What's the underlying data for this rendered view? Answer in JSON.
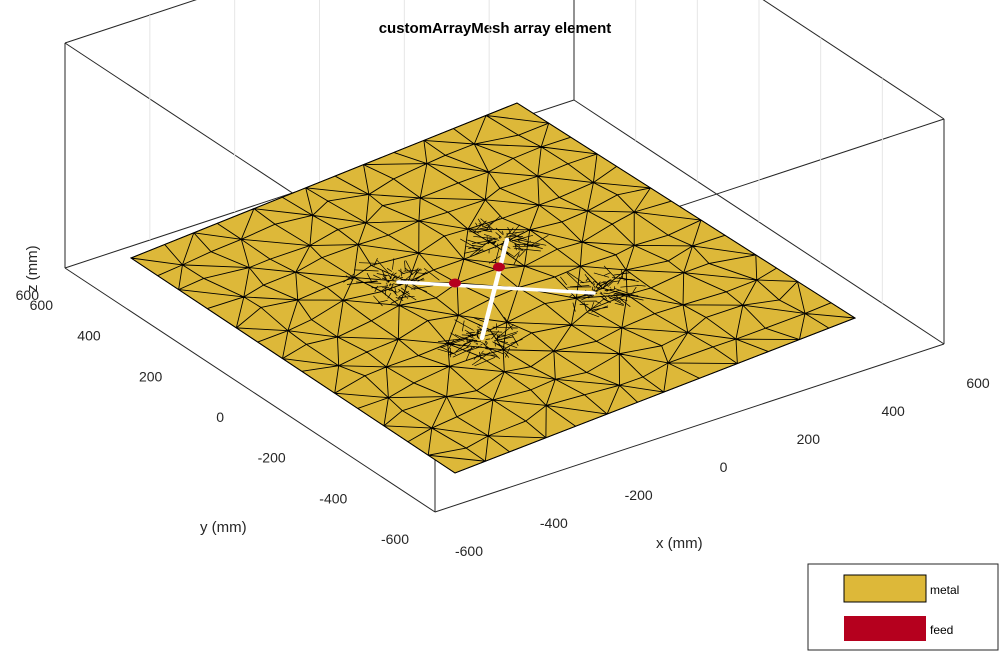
{
  "chart_data": {
    "type": "surface-mesh",
    "title": "customArrayMesh array element",
    "xlabel": "x (mm)",
    "ylabel": "y (mm)",
    "zlabel": "z (mm)",
    "xticks": [
      "-600",
      "-400",
      "-200",
      "0",
      "200",
      "400",
      "600"
    ],
    "yticks": [
      "-600",
      "-400",
      "-200",
      "0",
      "200",
      "400",
      "600"
    ],
    "zticks": [
      "600"
    ],
    "xlim": [
      -600,
      600
    ],
    "ylim": [
      -600,
      600
    ],
    "grid": true,
    "legend": {
      "placement": "bottom-right",
      "items": [
        {
          "label": "metal",
          "color": "#DDB839"
        },
        {
          "label": "feed",
          "color": "#B5001E"
        }
      ]
    },
    "colors": {
      "metal": "#DDB839",
      "feed": "#B5001E",
      "mesh_edge": "#000000",
      "dipole": "#ffffff"
    }
  }
}
